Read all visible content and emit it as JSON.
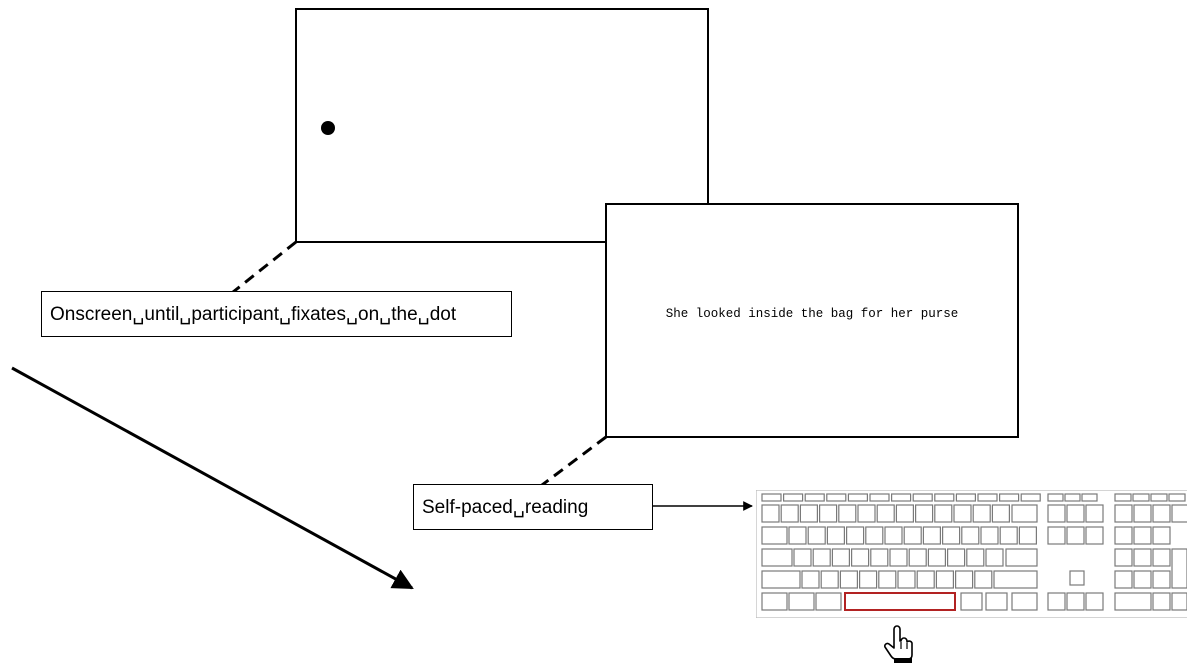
{
  "fixation_screen": {
    "icon": "fixation-dot-icon"
  },
  "reading_screen": {
    "sentence": "She looked inside the bag for her purse"
  },
  "labels": {
    "fixation": "Onscreen␣until␣participant␣fixates␣on␣the␣dot",
    "reading": "Self-paced␣reading"
  },
  "keyboard": {
    "icon": "keyboard-icon",
    "highlight_key": "spacebar",
    "highlight_color": "#b22222",
    "key_stroke_color": "#7a7a7a"
  },
  "hand": {
    "icon": "pointing-hand-icon"
  }
}
